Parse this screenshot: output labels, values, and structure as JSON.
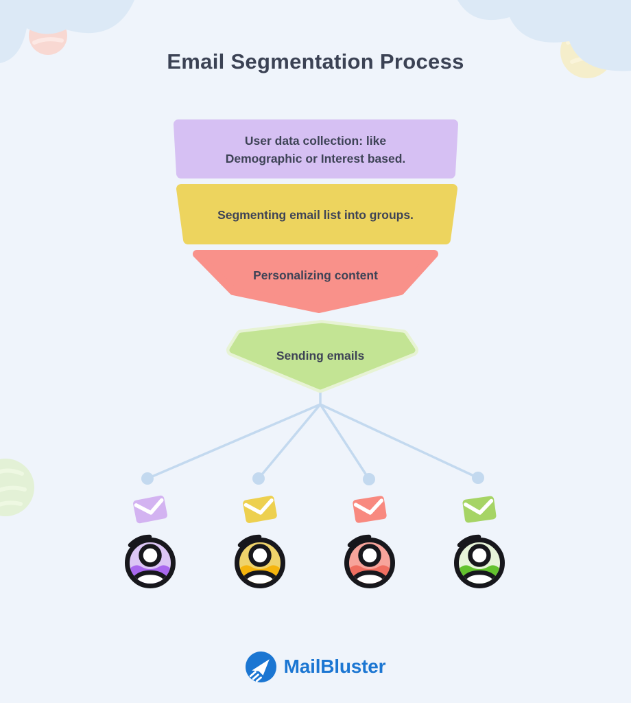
{
  "title": "Email Segmentation Process",
  "steps": [
    {
      "name": "user-data-collection",
      "label_lines": [
        "User data collection: like",
        "Demographic or Interest based."
      ],
      "fill": "#d6c0f3"
    },
    {
      "name": "segmenting",
      "label_lines": [
        "Segmenting email list into groups."
      ],
      "fill": "#edd45e"
    },
    {
      "name": "personalizing",
      "label_lines": [
        "Personalizing content"
      ],
      "fill": "#f9918a"
    },
    {
      "name": "sending",
      "label_lines": [
        "Sending emails"
      ],
      "fill": "#c3e494",
      "border": "#e7f3d4"
    }
  ],
  "recipients": [
    {
      "segment": "purple",
      "envelope": "#d3b3f1",
      "avatar_light": "#dcc6f5",
      "avatar_dark": "#a968ee"
    },
    {
      "segment": "yellow",
      "envelope": "#edd04f",
      "avatar_light": "#efd36b",
      "avatar_dark": "#f5b40d"
    },
    {
      "segment": "red",
      "envelope": "#f8897f",
      "avatar_light": "#f7a49b",
      "avatar_dark": "#ef6e60"
    },
    {
      "segment": "green",
      "envelope": "#a6d465",
      "avatar_light": "#e7f4d9",
      "avatar_dark": "#63c22e"
    }
  ],
  "palette": {
    "page_background": "#eff4fb",
    "cloud": "#dce9f6",
    "deco_circle_pink": "#f8d8d2",
    "deco_circle_yellow": "#f5eecb",
    "deco_circle_green": "#e3f1d6",
    "connector": "#c3d9ef",
    "heading_text": "#3b4254",
    "step_text": "#3e4356",
    "avatar_outline": "#17171c",
    "chevron": "#ffffff"
  },
  "branding": {
    "logo_text": "MailBluster",
    "brand_color": "#1b76d2"
  }
}
